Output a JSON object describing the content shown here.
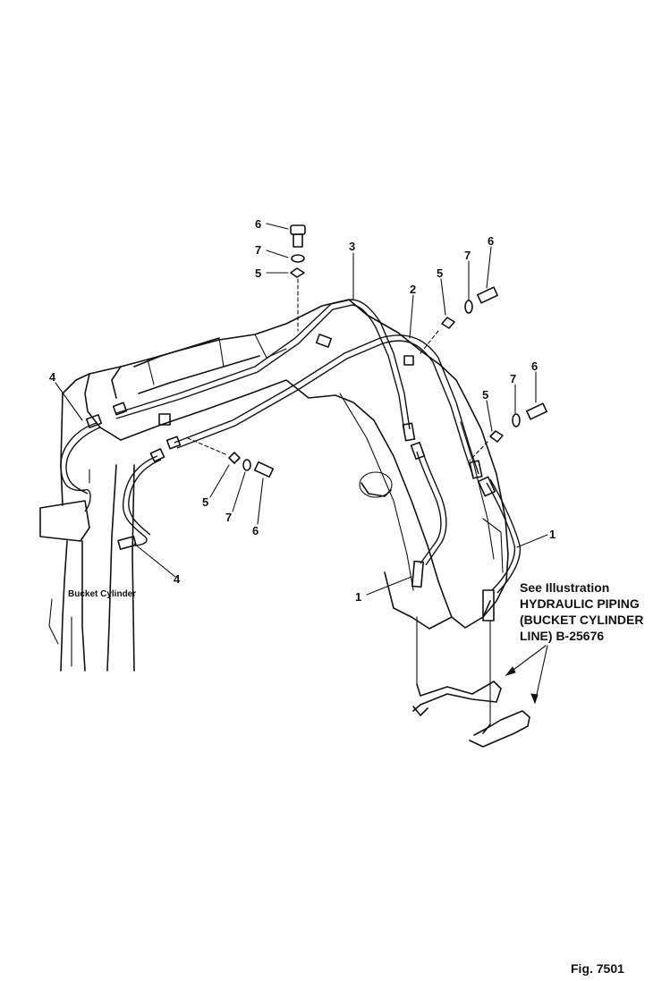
{
  "callouts": [
    {
      "id": "c-6a",
      "text": "6"
    },
    {
      "id": "c-7a",
      "text": "7"
    },
    {
      "id": "c-5a",
      "text": "5"
    },
    {
      "id": "c-3",
      "text": "3"
    },
    {
      "id": "c-2",
      "text": "2"
    },
    {
      "id": "c-5b",
      "text": "5"
    },
    {
      "id": "c-7b",
      "text": "7"
    },
    {
      "id": "c-6b",
      "text": "6"
    },
    {
      "id": "c-4a",
      "text": "4"
    },
    {
      "id": "c-7c",
      "text": "7"
    },
    {
      "id": "c-6c",
      "text": "6"
    },
    {
      "id": "c-5c",
      "text": "5"
    },
    {
      "id": "c-5d",
      "text": "5"
    },
    {
      "id": "c-7d",
      "text": "7"
    },
    {
      "id": "c-6d",
      "text": "6"
    },
    {
      "id": "c-1a",
      "text": "1"
    },
    {
      "id": "c-4b",
      "text": "4"
    },
    {
      "id": "c-1b",
      "text": "1"
    }
  ],
  "part_label": "Bucket Cylinder",
  "note": {
    "line1": "See Illustration",
    "line2": "HYDRAULIC PIPING",
    "line3": "(BUCKET CYLINDER",
    "line4": "LINE) B-25676"
  },
  "figure_number": "Fig. 7501"
}
